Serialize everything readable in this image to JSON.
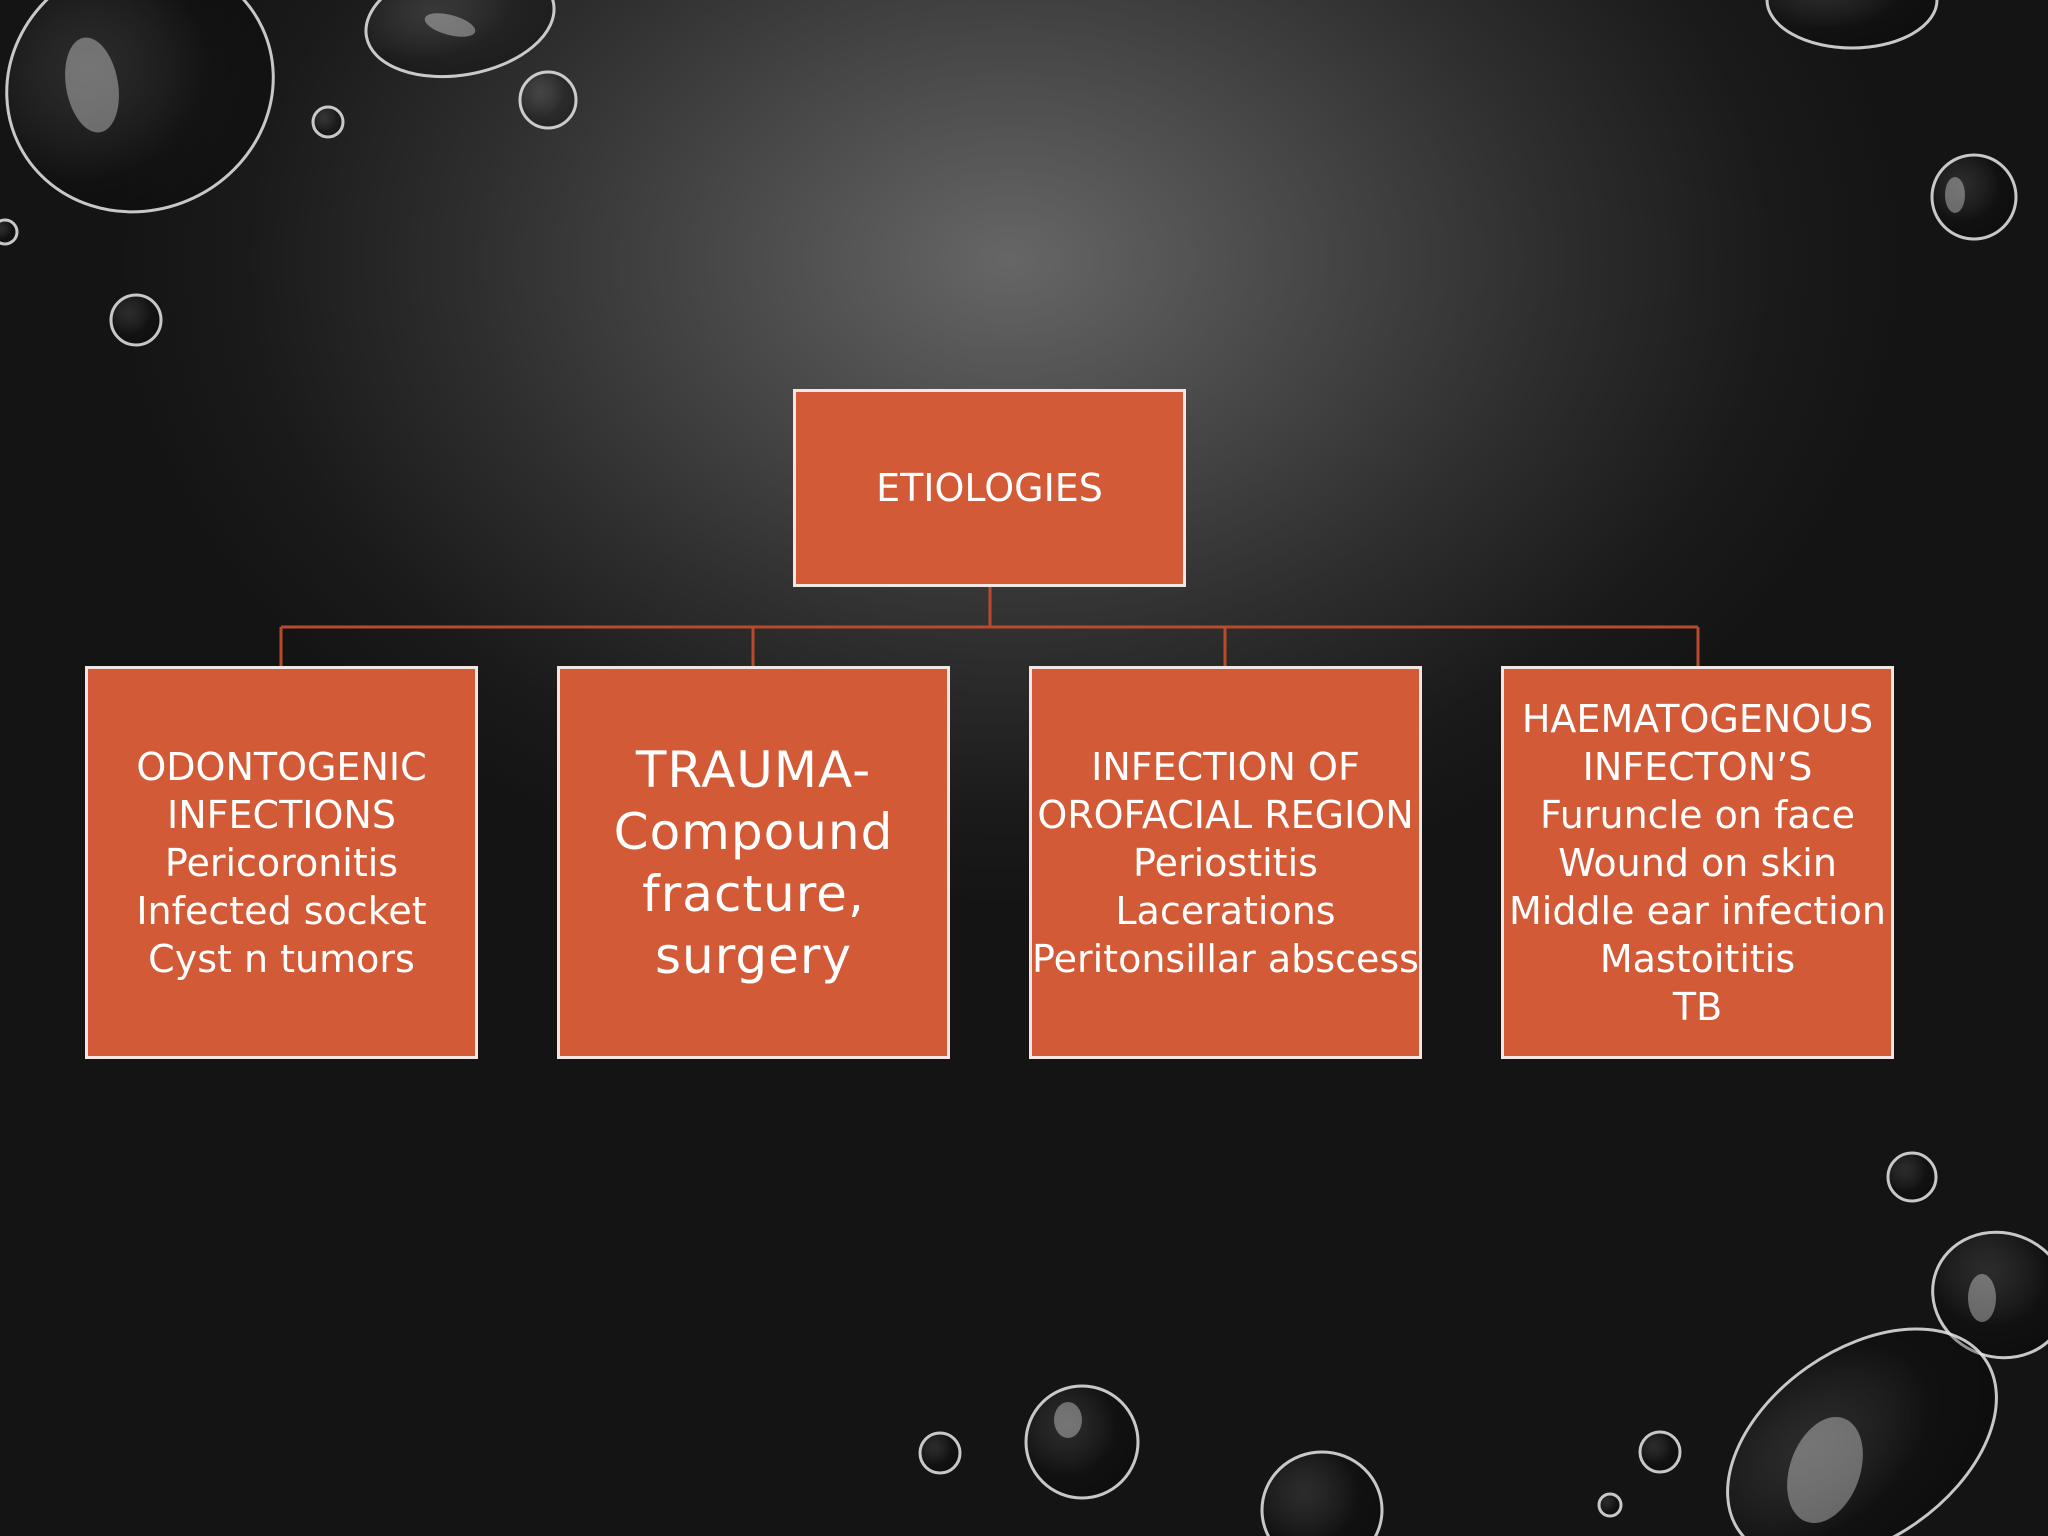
{
  "diagram": {
    "root": {
      "label": "ETIOLOGIES"
    },
    "children": [
      {
        "lines": [
          "ODONTOGENIC",
          "INFECTIONS",
          "Pericoronitis",
          "Infected socket",
          "Cyst n tumors"
        ]
      },
      {
        "lines": [
          "TRAUMA-",
          "Compound",
          "fracture,",
          "surgery"
        ]
      },
      {
        "lines": [
          "INFECTION OF",
          "OROFACIAL REGION",
          "Periostitis",
          "Lacerations",
          "Peritonsillar abscess"
        ]
      },
      {
        "lines": [
          "HAEMATOGENOUS",
          "INFECTON’S",
          "Furuncle on face",
          "Wound on skin",
          "Middle ear infection",
          "Mastoititis",
          "TB"
        ]
      }
    ]
  },
  "colors": {
    "box_fill": "#d35a36",
    "box_border": "#f2e6e2",
    "connector": "#b94a2c",
    "text": "#ffffff"
  }
}
